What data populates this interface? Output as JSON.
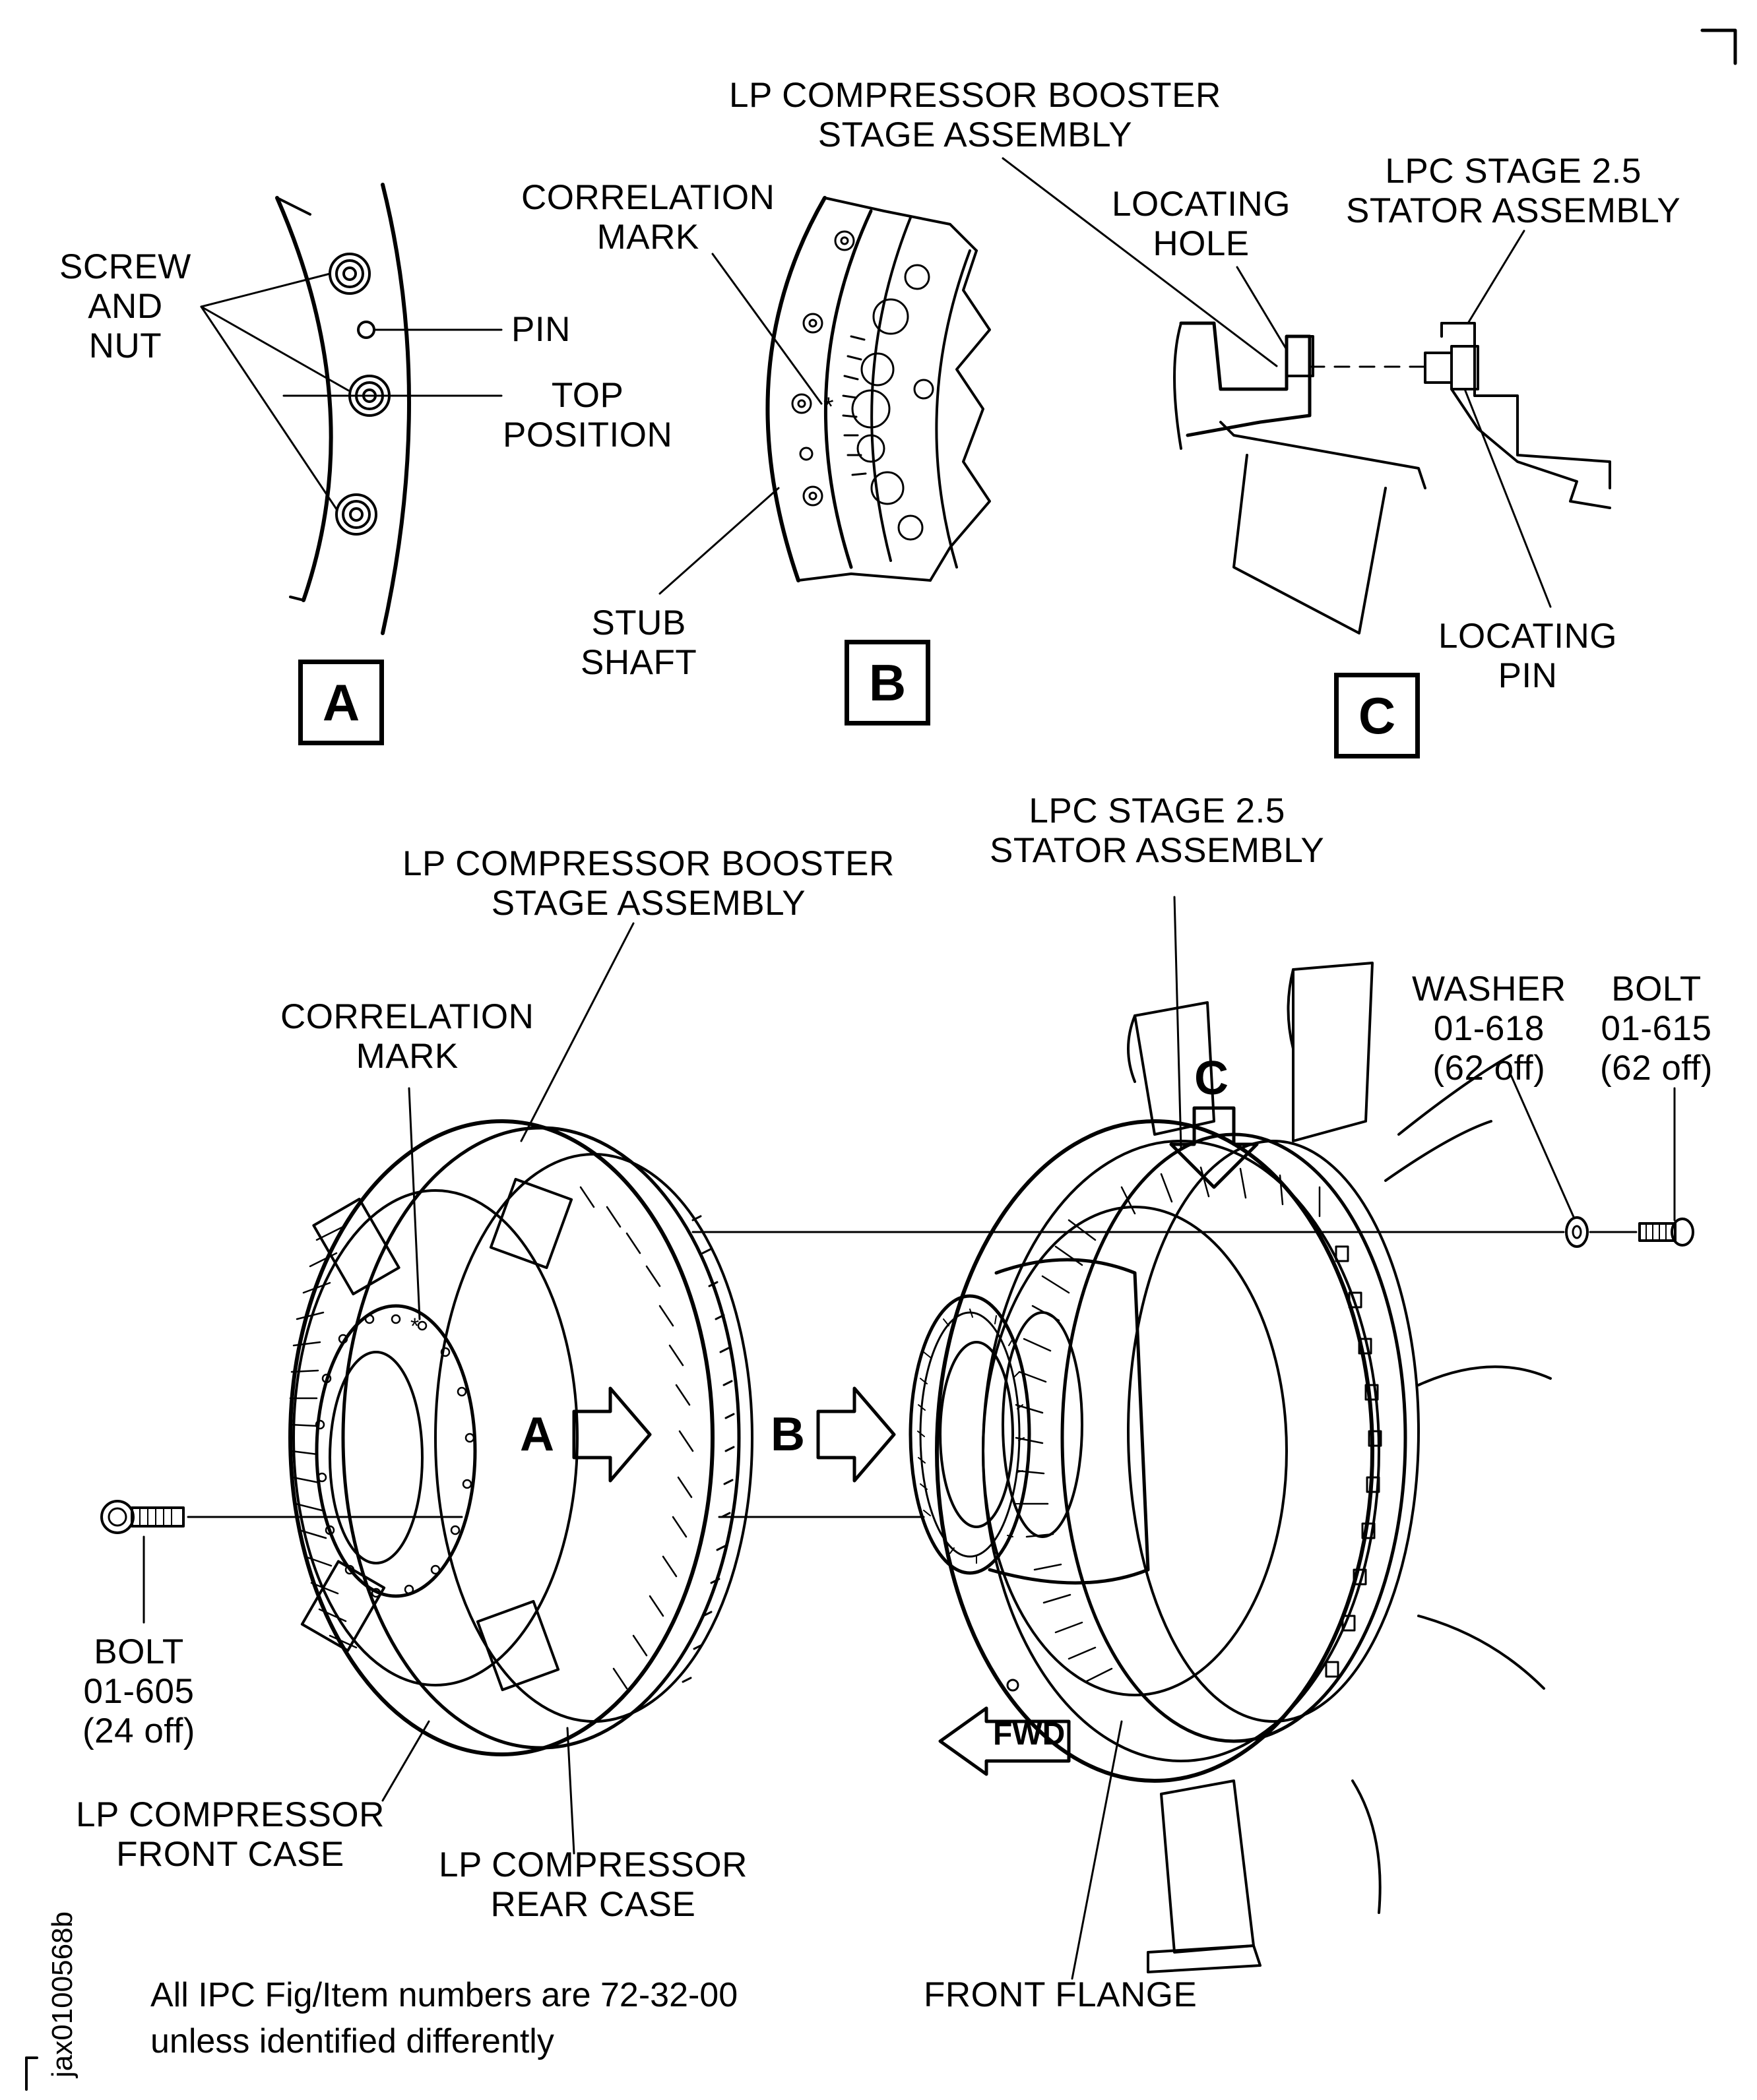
{
  "detail_a": {
    "box": "A",
    "screw_and_nut": "SCREW\nAND\nNUT",
    "pin": "PIN",
    "top_position": "TOP\nPOSITION"
  },
  "detail_b": {
    "box": "B",
    "correlation_mark": "CORRELATION\nMARK",
    "stub_shaft": "STUB\nSHAFT"
  },
  "detail_c": {
    "box": "C",
    "booster_stage": "LP COMPRESSOR BOOSTER\nSTAGE ASSEMBLY",
    "locating_hole": "LOCATING\nHOLE",
    "stator": "LPC STAGE 2.5\nSTATOR ASSEMBLY",
    "locating_pin": "LOCATING\nPIN"
  },
  "main": {
    "stator": "LPC STAGE 2.5\nSTATOR ASSEMBLY",
    "booster_stage": "LP COMPRESSOR BOOSTER\nSTAGE ASSEMBLY",
    "correlation_mark": "CORRELATION\nMARK",
    "washer": "WASHER\n01-618\n(62 off)",
    "bolt_615": "BOLT\n01-615\n(62 off)",
    "arrow_a": "A",
    "arrow_b": "B",
    "arrow_c": "C",
    "bolt_605": "BOLT\n01-605\n(24 off)",
    "front_case": "LP COMPRESSOR\nFRONT CASE",
    "rear_case": "LP COMPRESSOR\nREAR CASE",
    "fwd": "FWD",
    "front_flange": "FRONT FLANGE"
  },
  "note": "All IPC Fig/Item numbers are 72-32-00\nunless identified differently",
  "figure_id": "jax0100568b"
}
